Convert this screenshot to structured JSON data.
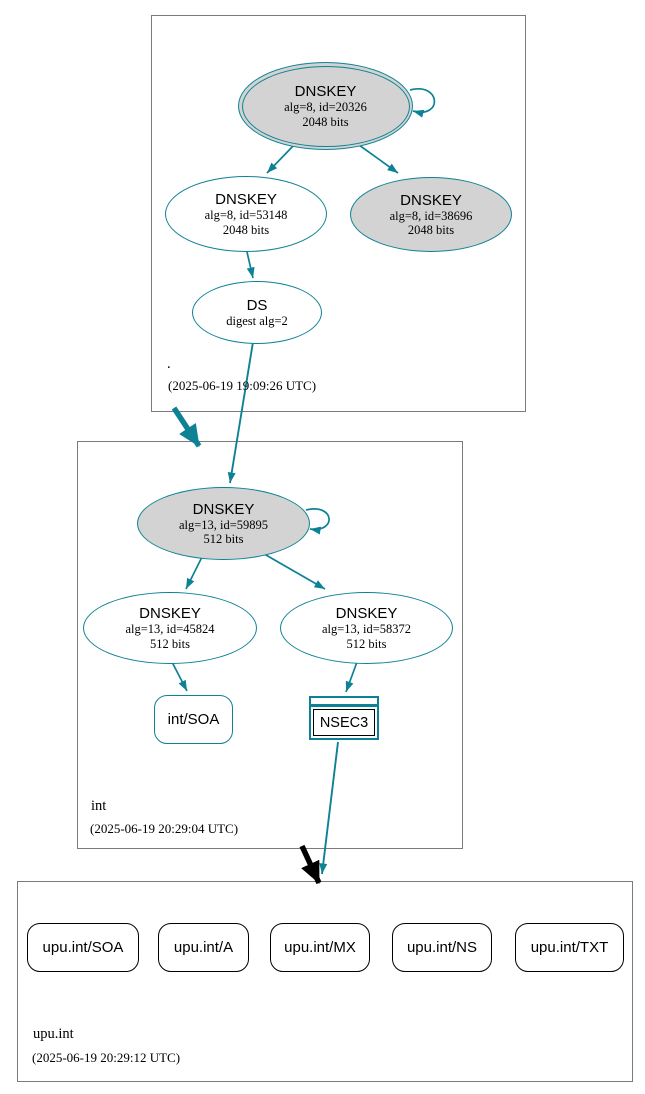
{
  "colors": {
    "secure_teal": "#0d8294",
    "insecure_black": "#000000",
    "node_fill_gray": "#d3d3d3",
    "zone_box_border": "#7b7b7b"
  },
  "zones": {
    "root": {
      "label": ".",
      "timestamp": "(2025-06-19 19:09:26 UTC)",
      "nodes": {
        "ksk": {
          "title": "DNSKEY",
          "detail1": "alg=8, id=20326",
          "detail2": "2048 bits"
        },
        "zsk": {
          "title": "DNSKEY",
          "detail1": "alg=8, id=53148",
          "detail2": "2048 bits"
        },
        "standby": {
          "title": "DNSKEY",
          "detail1": "alg=8, id=38696",
          "detail2": "2048 bits"
        },
        "ds": {
          "title": "DS",
          "detail1": "digest alg=2"
        }
      }
    },
    "int": {
      "label": "int",
      "timestamp": "(2025-06-19 20:29:04 UTC)",
      "nodes": {
        "ksk": {
          "title": "DNSKEY",
          "detail1": "alg=13, id=59895",
          "detail2": "512 bits"
        },
        "zsk1": {
          "title": "DNSKEY",
          "detail1": "alg=13, id=45824",
          "detail2": "512 bits"
        },
        "zsk2": {
          "title": "DNSKEY",
          "detail1": "alg=13, id=58372",
          "detail2": "512 bits"
        },
        "soa": {
          "label": "int/SOA"
        },
        "nsec3": {
          "label": "NSEC3"
        }
      }
    },
    "upu_int": {
      "label": "upu.int",
      "timestamp": "(2025-06-19 20:29:12 UTC)",
      "rrsets": [
        {
          "label": "upu.int/SOA"
        },
        {
          "label": "upu.int/A"
        },
        {
          "label": "upu.int/MX"
        },
        {
          "label": "upu.int/NS"
        },
        {
          "label": "upu.int/TXT"
        }
      ]
    }
  },
  "edges": [
    {
      "from": "root-ksk",
      "to": "root-ksk",
      "style": "secure-self-sign"
    },
    {
      "from": "root-ksk",
      "to": "root-zsk",
      "style": "secure"
    },
    {
      "from": "root-ksk",
      "to": "root-standby",
      "style": "secure"
    },
    {
      "from": "root-zsk",
      "to": "root-ds",
      "style": "secure"
    },
    {
      "from": "root-ds",
      "to": "int-ksk",
      "style": "secure"
    },
    {
      "from": "root-zone",
      "to": "int-zone",
      "style": "secure-delegation"
    },
    {
      "from": "int-ksk",
      "to": "int-ksk",
      "style": "secure-self-sign"
    },
    {
      "from": "int-ksk",
      "to": "int-zsk1",
      "style": "secure"
    },
    {
      "from": "int-ksk",
      "to": "int-zsk2",
      "style": "secure"
    },
    {
      "from": "int-zsk1",
      "to": "int-soa",
      "style": "secure"
    },
    {
      "from": "int-zsk2",
      "to": "int-nsec3",
      "style": "secure"
    },
    {
      "from": "int-nsec3",
      "to": "upu-int-zone",
      "style": "secure"
    },
    {
      "from": "int-zone",
      "to": "upu-int-zone",
      "style": "insecure-delegation"
    }
  ]
}
